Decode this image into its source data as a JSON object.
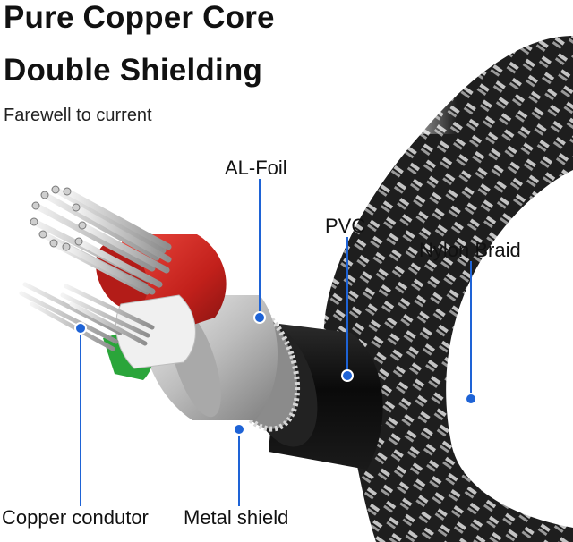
{
  "headline": {
    "line1": "Pure Copper Core",
    "line2": "Double Shielding",
    "subtitle": "Farewell to current"
  },
  "callouts": {
    "al_foil": "AL-Foil",
    "pvc": "PVC",
    "nylon_braid": "Nylon Braid",
    "copper_conductor": "Copper condutor",
    "metal_shield": "Metal shield"
  },
  "colors": {
    "leader_line": "#1e63d6",
    "foil_red": "#d42a24",
    "insulation_green": "#2aa53a",
    "braid_dark": "#1c1c1c",
    "braid_light": "#b9b9b9",
    "pvc_black": "#0d0d0d"
  }
}
